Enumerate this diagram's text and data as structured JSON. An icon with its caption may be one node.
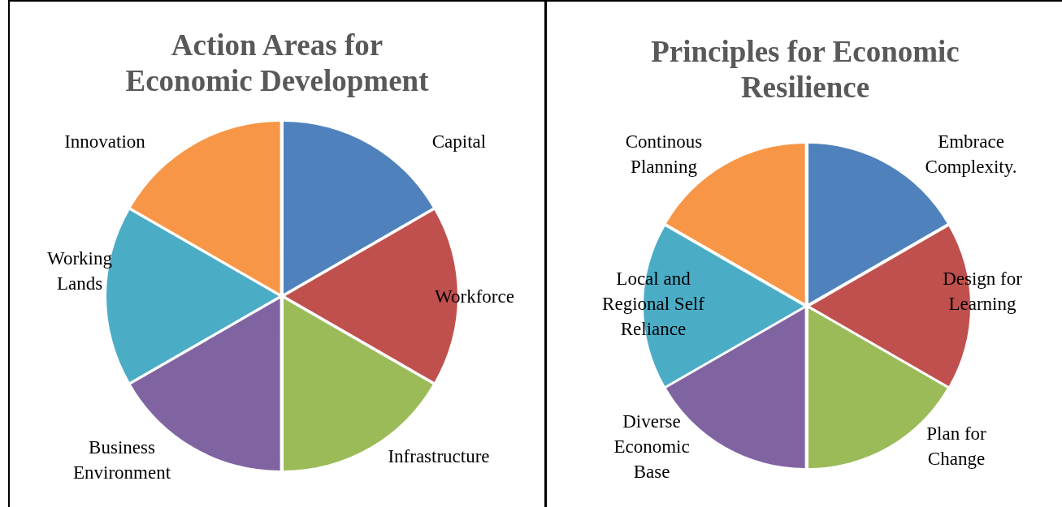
{
  "diagram": {
    "nodes": [
      {
        "text": [
          "Action Areas for Economic Development"
        ]
      },
      {
        "text": [
          "Capital"
        ],
        "in": 0
      },
      {
        "text": [
          "Workforce"
        ],
        "in": 0
      },
      {
        "text": [
          "Infrastructure"
        ],
        "in": 0
      },
      {
        "text": [
          "Business Environment"
        ],
        "in": 0
      },
      {
        "text": [
          "Working Lands"
        ],
        "in": 0
      },
      {
        "text": [
          "Innovation"
        ],
        "in": 0
      },
      {
        "text": [
          "Principles for Economic Resilience"
        ]
      },
      {
        "text": [
          "Embrace Complexity."
        ],
        "in": 7
      },
      {
        "text": [
          "Design for Learning"
        ],
        "in": 7
      },
      {
        "text": [
          "Plan for Change"
        ],
        "in": 7
      },
      {
        "text": [
          "Diverse Economic Base"
        ],
        "in": 7
      },
      {
        "text": [
          "Local and Regional Self Reliance"
        ],
        "in": 7
      },
      {
        "text": [
          "Continous Planning"
        ],
        "in": 7
      }
    ]
  }
}
